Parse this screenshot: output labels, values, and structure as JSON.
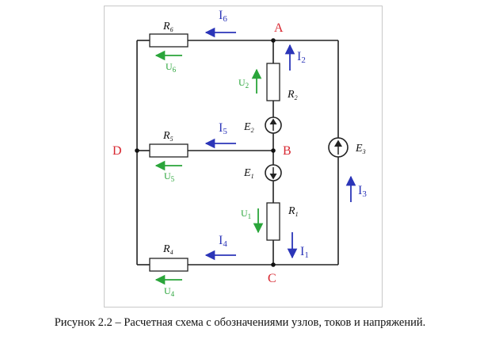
{
  "colors": {
    "node": "#d7262f",
    "current": "#2b35b8",
    "voltage": "#2aa53a",
    "wire": "#222222"
  },
  "nodes": {
    "A": "A",
    "B": "B",
    "C": "C",
    "D": "D"
  },
  "resistors": {
    "R6": {
      "main": "R",
      "sub": "6"
    },
    "R5": {
      "main": "R",
      "sub": "5"
    },
    "R4": {
      "main": "R",
      "sub": "4"
    },
    "R2": {
      "main": "R",
      "sub": "2"
    },
    "R1": {
      "main": "R",
      "sub": "1"
    }
  },
  "sources": {
    "E1": {
      "main": "E",
      "sub": "1"
    },
    "E2": {
      "main": "E",
      "sub": "2"
    },
    "E3": {
      "main": "E",
      "sub": "3"
    }
  },
  "currents": {
    "I1": {
      "main": "I",
      "sub": "1"
    },
    "I2": {
      "main": "I",
      "sub": "2"
    },
    "I3": {
      "main": "I",
      "sub": "3"
    },
    "I4": {
      "main": "I",
      "sub": "4"
    },
    "I5": {
      "main": "I",
      "sub": "5"
    },
    "I6": {
      "main": "I",
      "sub": "6"
    }
  },
  "voltages": {
    "U1": {
      "main": "U",
      "sub": "1"
    },
    "U2": {
      "main": "U",
      "sub": "2"
    },
    "U4": {
      "main": "U",
      "sub": "4"
    },
    "U5": {
      "main": "U",
      "sub": "5"
    },
    "U6": {
      "main": "U",
      "sub": "6"
    }
  },
  "caption": "Рисунок 2.2 – Расчетная схема с обозначениями узлов, токов и напряжений."
}
